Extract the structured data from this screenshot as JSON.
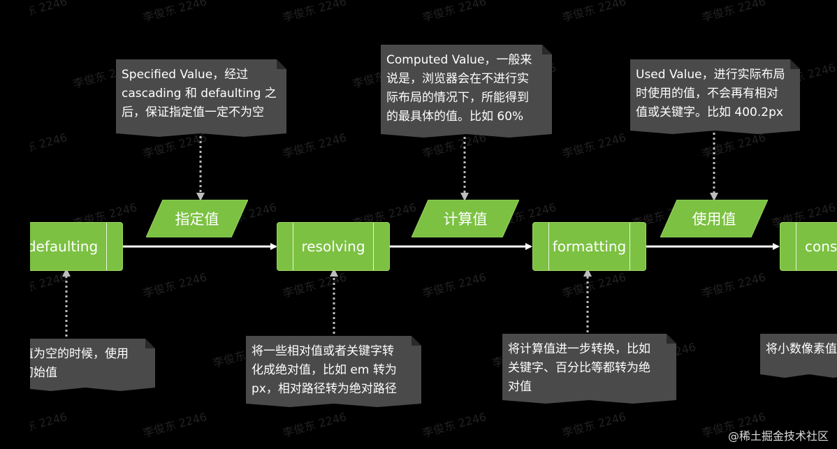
{
  "notes_top": {
    "specified": "Specified Value，经过\ncascading 和 defaulting 之\n后，保证指定值一定不为空",
    "computed": "Computed Value，一般来\n说是，浏览器会在不进行实\n际布局的情况下，所能得到\n的最具体的值。比如 60%",
    "used": "Used Value，进行实际布局\n时使用的值，不会再有相对\n值或关键字。比如 400.2px"
  },
  "notes_bottom": {
    "defaulting": "值为空的时候，使用\n初始值",
    "resolving": "将一些相对值或者关键字转\n化成绝对值，比如 em 转为\npx，相对路径转为绝对路径",
    "formatting": "将计算值进一步转换，比如\n关键字、百分比等都转为绝\n对值",
    "constraining": "将小数像素值"
  },
  "processes": {
    "defaulting": "defaulting",
    "resolving": "resolving",
    "formatting": "formatting",
    "constraining": "cons"
  },
  "values": {
    "specified": "指定值",
    "computed": "计算值",
    "used": "使用值"
  },
  "watermark": "李俊东 2246",
  "credit": "@稀土掘金技术社区",
  "colors": {
    "green": "#7cc142",
    "note": "#4a4a4a",
    "background": "#000000"
  }
}
